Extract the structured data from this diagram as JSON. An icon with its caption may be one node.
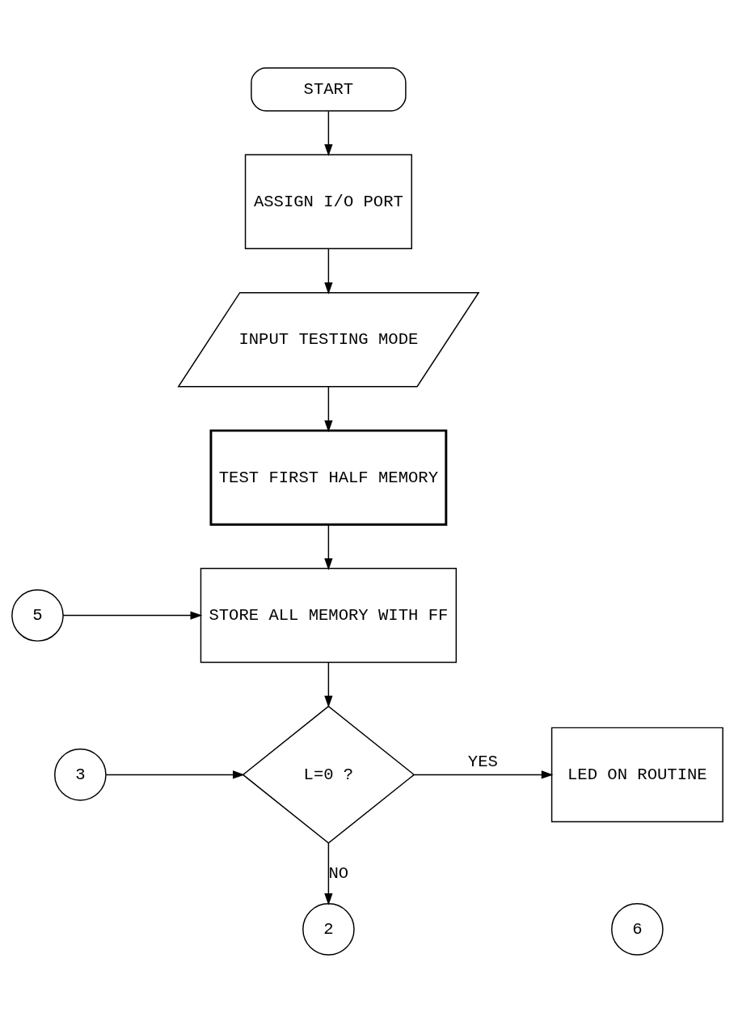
{
  "diagram": {
    "nodes": [
      {
        "text": [
          "START"
        ]
      },
      {
        "text": [
          "ASSIGN I/O PORT"
        ]
      },
      {
        "text": [
          "INPUT TESTING MODE"
        ]
      },
      {
        "text": [
          "TEST FIRST HALF MEMORY"
        ]
      },
      {
        "text": [
          "5"
        ]
      },
      {
        "text": [
          "STORE ALL MEMORY WITH FF"
        ]
      },
      {
        "text": [
          "3"
        ]
      },
      {
        "text": [
          "L=0 ?"
        ]
      },
      {
        "text": [
          "LED ON ROUTINE"
        ]
      },
      {
        "text": [
          "2"
        ]
      },
      {
        "text": [
          "6"
        ]
      }
    ],
    "edges": [
      {
        "from": 0,
        "to": 1,
        "arrow": "to"
      },
      {
        "from": 1,
        "to": 2,
        "arrow": "to"
      },
      {
        "from": 2,
        "to": 3,
        "arrow": "to"
      },
      {
        "from": 3,
        "to": 5,
        "arrow": "to"
      },
      {
        "from": 4,
        "to": 5,
        "arrow": "to"
      },
      {
        "from": 5,
        "to": 7,
        "arrow": "to"
      },
      {
        "from": 6,
        "to": 7,
        "arrow": "to"
      },
      {
        "from": 7,
        "to": 8,
        "arrow": "to",
        "label": "YES"
      },
      {
        "from": 7,
        "to": 9,
        "arrow": "to",
        "label": "NO"
      }
    ]
  }
}
